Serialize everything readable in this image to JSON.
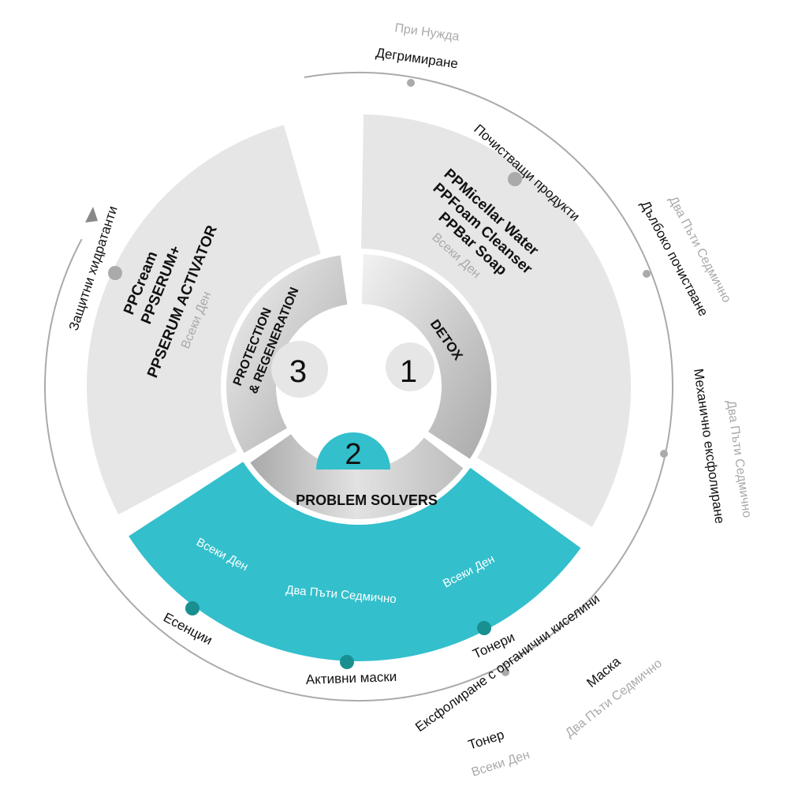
{
  "colors": {
    "gray": "#e6e6e7",
    "teal": "#33bfcc",
    "dark_teal": "#1a8f8f",
    "ring": "#aaa"
  },
  "segments": {
    "detox": {
      "number": "1",
      "label": "DETOX",
      "products": [
        "PPMicellar Water",
        "PPFoam Cleanser",
        "PPBar Soap"
      ],
      "frequency": "Всеки Ден",
      "category": "Почистващи продукти"
    },
    "problem": {
      "number": "2",
      "label": "PROBLEM SOLVERS",
      "freq_left": "Всеки Ден",
      "freq_mid": "Два Пъти Седмично",
      "freq_right": "Всеки Ден",
      "items": [
        "Есенции",
        "Активни маски",
        "Тонери"
      ]
    },
    "protection": {
      "number": "3",
      "label_line1": "PROTECTION",
      "label_line2": "& REGENERATION",
      "products": [
        "PPCream",
        "PPSERUM+",
        "PPSERUM ACTIVATOR"
      ],
      "frequency": "Всеки Ден",
      "category": "Защитни хидратанти"
    }
  },
  "outer": {
    "makeup_freq": "При Нужда",
    "makeup": "Дегримиране",
    "deep_freq": "Два Пъти Седмично",
    "deep": "Дълбоко почистване",
    "mech_freq": "Два Пъти Седмично",
    "mech": "Механично ексфолиране",
    "acid": "Ексфолиране с органични киселини",
    "mask": "Маска",
    "mask_freq": "Два Пъти Седмично",
    "toner": "Тонер",
    "toner_freq": "Всеки Ден"
  }
}
